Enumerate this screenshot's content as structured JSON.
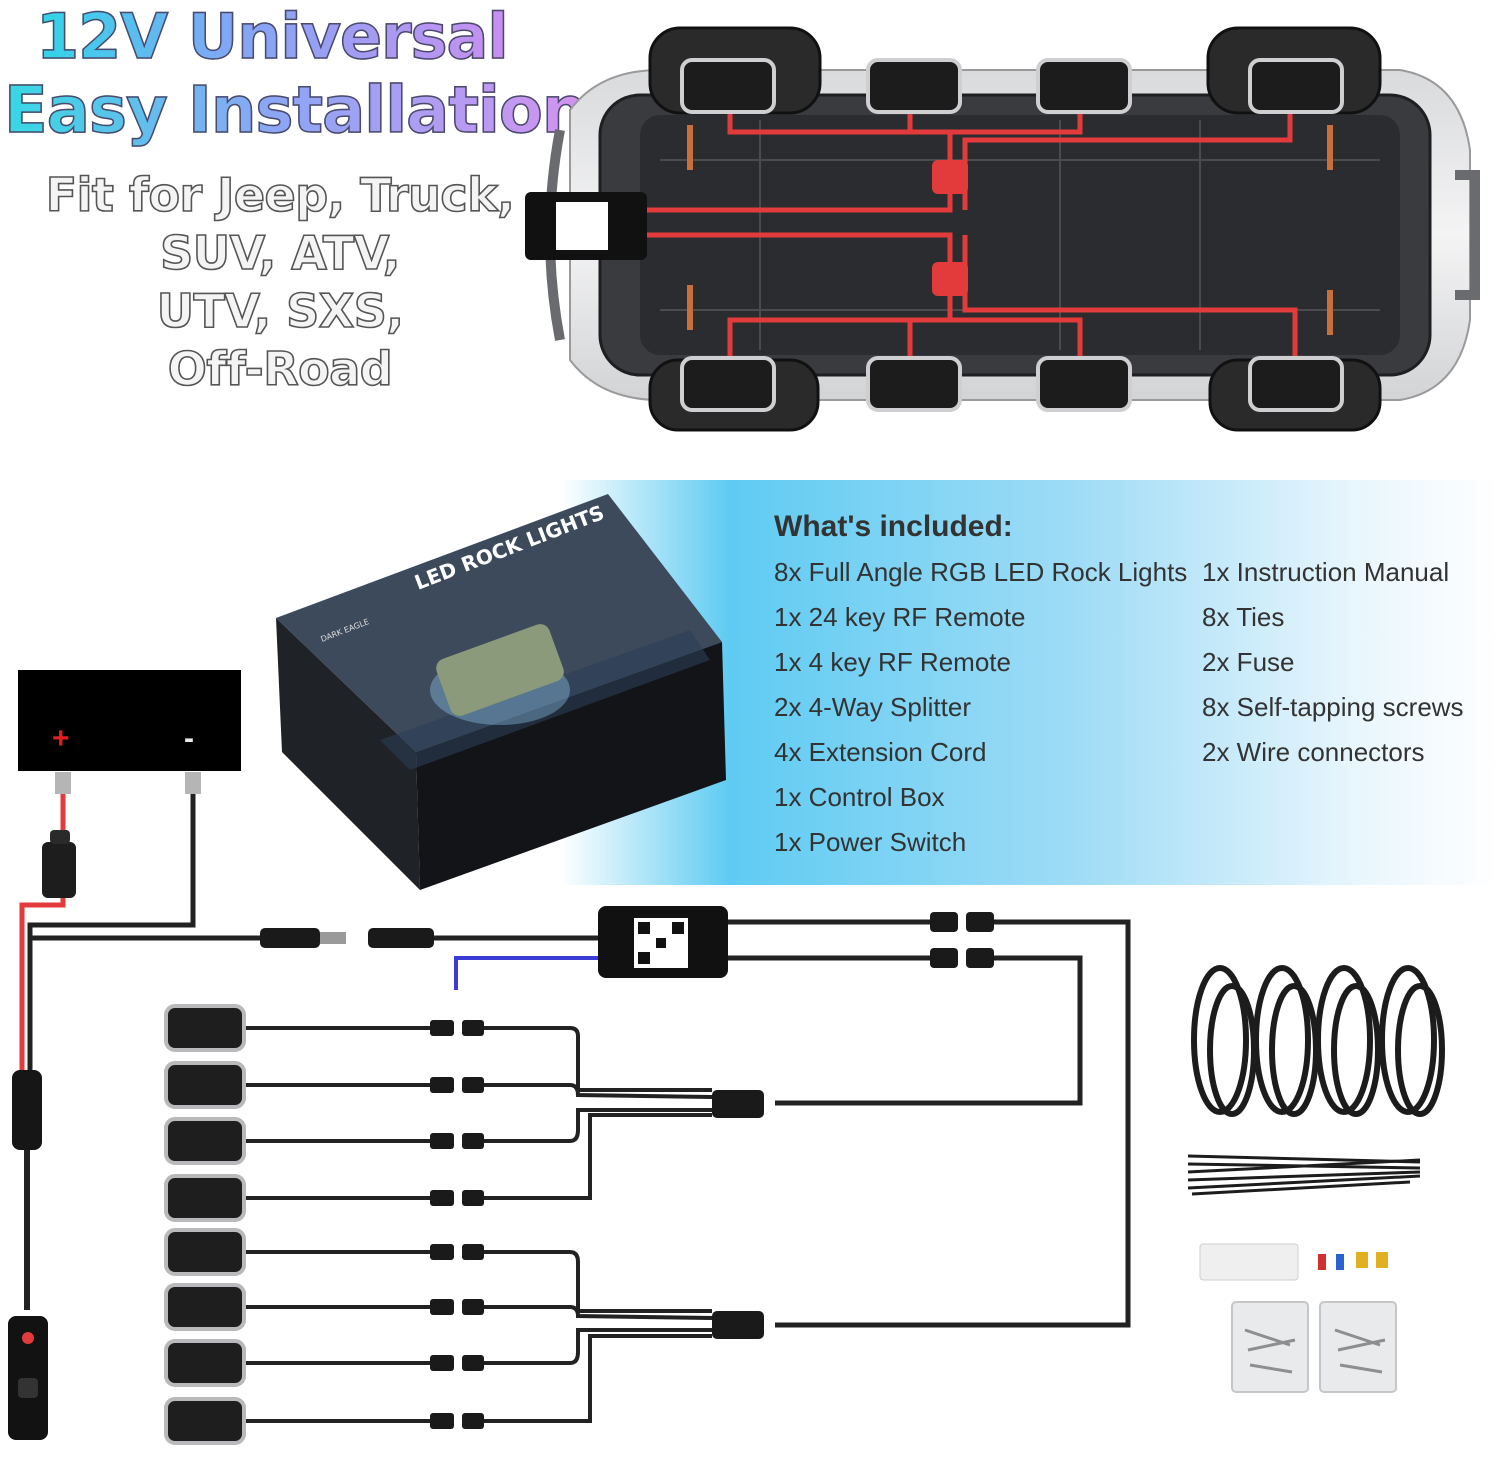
{
  "headline": {
    "line1": "12V Universal",
    "line2": "Easy Installation",
    "fit_lines": [
      "Fit for Jeep, Truck,",
      "SUV, ATV,",
      "UTV, SXS,",
      "Off-Road"
    ]
  },
  "package": {
    "product_title": "LED ROCK LIGHTS",
    "brand": "DARK EAGLE"
  },
  "included": {
    "title": "What's included:",
    "left": [
      "8x Full Angle RGB LED Rock Lights",
      "1x 24 key RF Remote",
      "1x 4 key RF Remote",
      "2x 4-Way Splitter",
      "4x Extension Cord",
      "1x Control Box",
      "1x Power Switch"
    ],
    "right": [
      "1x Instruction Manual",
      "8x Ties",
      "2x Fuse",
      "8x Self-tapping screws",
      "2x Wire connectors"
    ]
  },
  "battery": {
    "plus": "+",
    "minus": "-"
  },
  "colors": {
    "wire_red": "#e33b3b",
    "wire_black": "#222222",
    "wire_blue": "#3b3bd6",
    "banner_blue": "#5fcbf2"
  },
  "icons": [
    "car-chassis-icon",
    "rock-light-icon",
    "control-box-icon",
    "splitter-icon",
    "battery-icon",
    "power-switch-icon",
    "fuse-holder-icon",
    "extension-cord-icon",
    "cable-tie-icon",
    "screw-bag-icon"
  ]
}
